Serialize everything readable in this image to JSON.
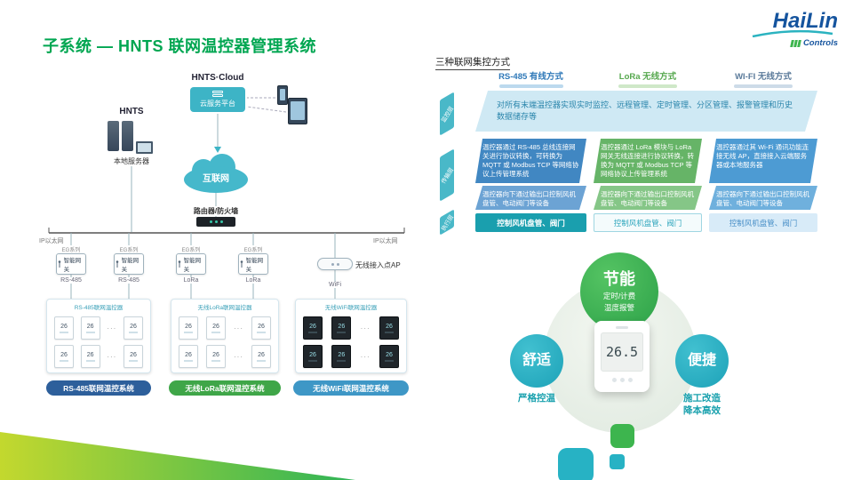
{
  "colors": {
    "brand_green": "#00a651",
    "brand_blue": "#15549e",
    "teal": "#3db4c6",
    "table_blue": "#4187c2",
    "table_green": "#66b467"
  },
  "slide": {
    "title": "子系统 — HNTS 联网温控器管理系统"
  },
  "logo": {
    "brand": "HaiLin",
    "sub": "Controls"
  },
  "diagram": {
    "hnts_cloud_label": "HNTS·Cloud",
    "cloud_platform": "云服务平台",
    "hnts_label": "HNTS",
    "local_server": "本地服务器",
    "internet": "互联网",
    "router": "路由器/防火墙",
    "ethernet": "IP以太网",
    "gateway_series": "EG系列",
    "gateway": "智能网关",
    "rs485": "RS-485",
    "lora": "LoRa",
    "wifi": "WiFi",
    "ap": "无线接入点AP",
    "group1_header": "RS-485联网温控器",
    "group2_header": "无线LoRa联网温控器",
    "group3_header": "无线WiFi联网温控器",
    "thermo_value": "26",
    "ellipsis": "···",
    "pill1": "RS-485联网温控系统",
    "pill2": "无线LoRa联网温控系统",
    "pill3": "无线WiFi联网温控系统"
  },
  "table": {
    "title": "三种联网集控方式",
    "columns": [
      "RS-485 有线方式",
      "LoRa 无线方式",
      "WI-FI 无线方式"
    ],
    "row_labels": [
      "监控层",
      "传输层",
      "执行层"
    ],
    "monitor_text": "对所有末端温控器实现实时监控、远程管理、定时管理、分区管理、报警管理和历史数据储存等",
    "cells": [
      {
        "main": "温控器通过 RS-485 总线连接网关进行协议转换，可转换为 MQTT 或 Modbus TCP 等网络协议上传管理系统",
        "sub": "温控器向下通过输出口控制风机盘管、电动阀门等设备"
      },
      {
        "main": "温控器通过 LoRa 模块与 LoRa 网关无线连接进行协议转换，转换为 MQTT 或 Modbus TCP 等网络协议上传管理系统",
        "sub": "温控器向下通过输出口控制风机盘管、电动阀门等设备"
      },
      {
        "main": "温控器通过其 Wi-Fi 通讯功能连接无线 AP，直接接入云端服务器或本地服务器",
        "sub": "温控器向下通过输出口控制风机盘管、电动阀门等设备"
      }
    ],
    "exec_cells": [
      "控制风机盘管、阀门",
      "控制风机盘管、阀门",
      "控制风机盘管、阀门"
    ]
  },
  "benefits": {
    "energy_title": "节能",
    "energy_line1": "定时/计费",
    "energy_line2": "温度报警",
    "comfort_title": "舒适",
    "comfort_sub": "严格控温",
    "convenient_title": "便捷",
    "convenient_line1": "施工改造",
    "convenient_line2": "降本高效",
    "thermostat_value": "26.5"
  }
}
